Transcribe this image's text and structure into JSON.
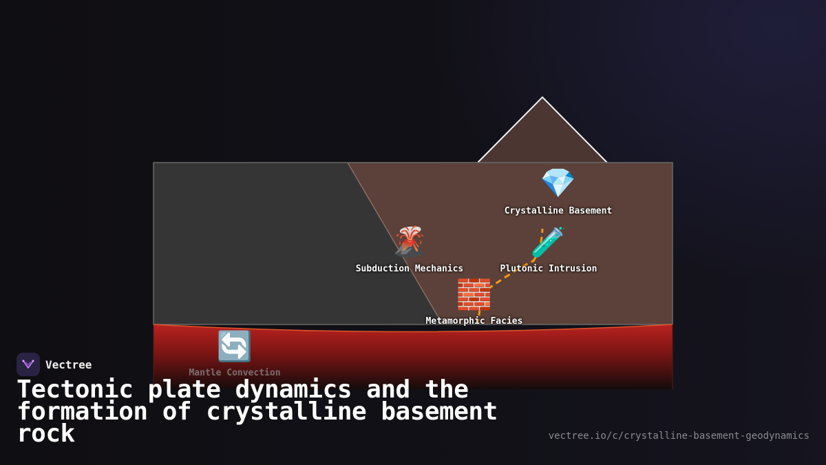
{
  "brand": {
    "name": "Vectree",
    "logo_icon": "vectree-logo-icon"
  },
  "title": "Tectonic plate dynamics and the formation of crystalline basement rock",
  "source_url": "vectree.io/c/crystalline-basement-geodynamics",
  "colors": {
    "oceanic_plate": "#353535",
    "continental_crust": "#5b4139",
    "mountain": "#4c3632",
    "mantle_top": "#b9221f",
    "mantle_bottom": "#150b0b",
    "connector": "#f39a17",
    "background": "#0e0d12"
  },
  "nodes": [
    {
      "id": "crystalline-basement",
      "label": "Crystalline Basement",
      "icon": "gem-icon",
      "glyph": "💎"
    },
    {
      "id": "subduction-mechanics",
      "label": "Subduction Mechanics",
      "icon": "volcano-icon",
      "glyph": "🌋"
    },
    {
      "id": "plutonic-intrusion",
      "label": "Plutonic Intrusion",
      "icon": "test-tube-icon",
      "glyph": "🧪"
    },
    {
      "id": "metamorphic-facies",
      "label": "Metamorphic Facies",
      "icon": "brick-icon",
      "glyph": "🧱"
    },
    {
      "id": "mantle-convection",
      "label": "Mantle Convection",
      "icon": "cycle-arrows-icon",
      "glyph": "🔄"
    }
  ],
  "connections": [
    {
      "from": "plutonic-intrusion",
      "to": "crystalline-basement"
    },
    {
      "from": "metamorphic-facies",
      "to": "plutonic-intrusion"
    },
    {
      "from": "mantle-convection",
      "to": "metamorphic-facies"
    }
  ]
}
